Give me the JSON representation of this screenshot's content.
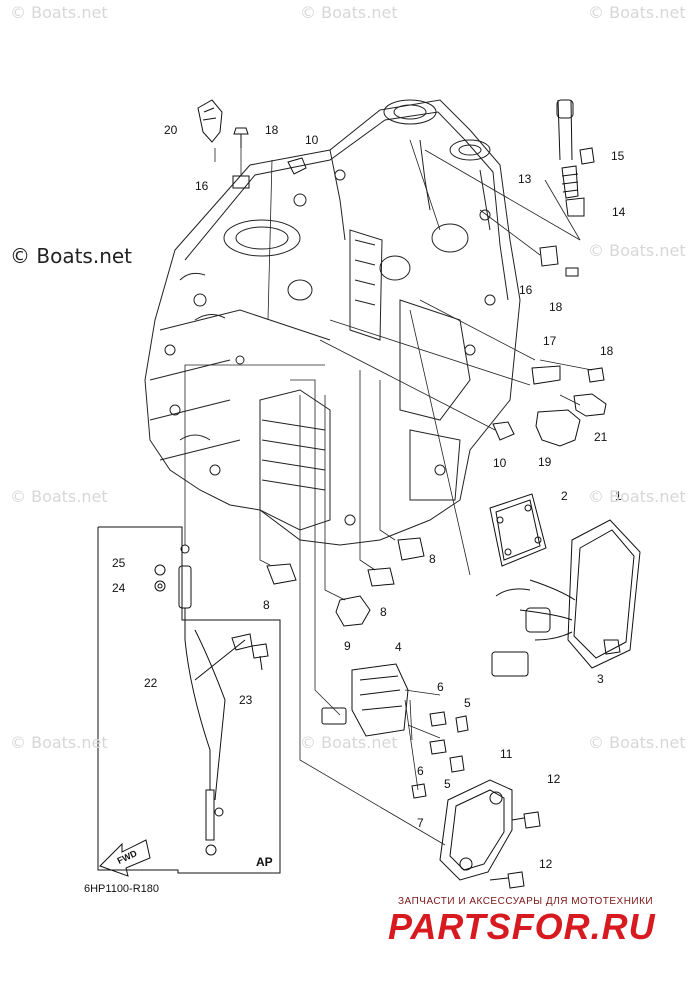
{
  "watermarks": {
    "corner": "© Boats.net",
    "copyright": "© Boats.net",
    "faint": "© Boats.net"
  },
  "diagram": {
    "code": "6HP1100-R180",
    "box_label": "AP",
    "fwd_label": "FWD",
    "callouts": {
      "c1": "1",
      "c2": "2",
      "c3": "3",
      "c4": "4",
      "c5a": "5",
      "c5b": "5",
      "c6a": "6",
      "c6b": "6",
      "c7": "7",
      "c8a": "8",
      "c8b": "8",
      "c8c": "8",
      "c9": "9",
      "c10a": "10",
      "c10b": "10",
      "c11": "11",
      "c12a": "12",
      "c12b": "12",
      "c13": "13",
      "c14": "14",
      "c15": "15",
      "c16a": "16",
      "c16b": "16",
      "c17": "17",
      "c18a": "18",
      "c18b": "18",
      "c18c": "18",
      "c19": "19",
      "c20": "20",
      "c21": "21",
      "c22": "22",
      "c23": "23",
      "c24": "24",
      "c25": "25"
    }
  },
  "branding": {
    "tagline": "ЗАПЧАСТИ И АКСЕССУАРЫ ДЛЯ МОТОТЕХНИКИ",
    "logo": "PARTSFOR.RU"
  }
}
